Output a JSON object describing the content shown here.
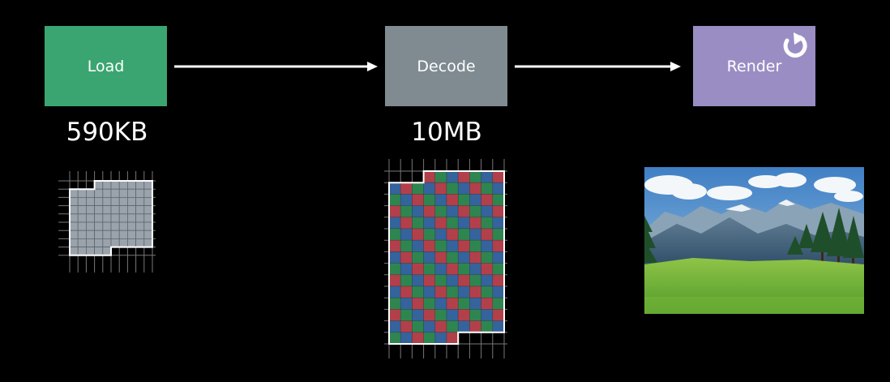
{
  "colors": {
    "background": "#000000",
    "load": "#3aa570",
    "decode": "#7f8b91",
    "render": "#9a8dc4",
    "pixel_gray": "#9aa3ab",
    "pixel_red": "#b2404a",
    "pixel_green": "#2f8550",
    "pixel_blue": "#35639c"
  },
  "stages": [
    {
      "label": "Load"
    },
    {
      "label": "Decode"
    },
    {
      "label": "Render"
    }
  ],
  "sizes": {
    "load": "590KB",
    "decode": "10MB"
  },
  "icons": {
    "render_badge": "refresh-icon",
    "arrows": "arrow-right-icon",
    "render_output": "landscape-photo"
  }
}
